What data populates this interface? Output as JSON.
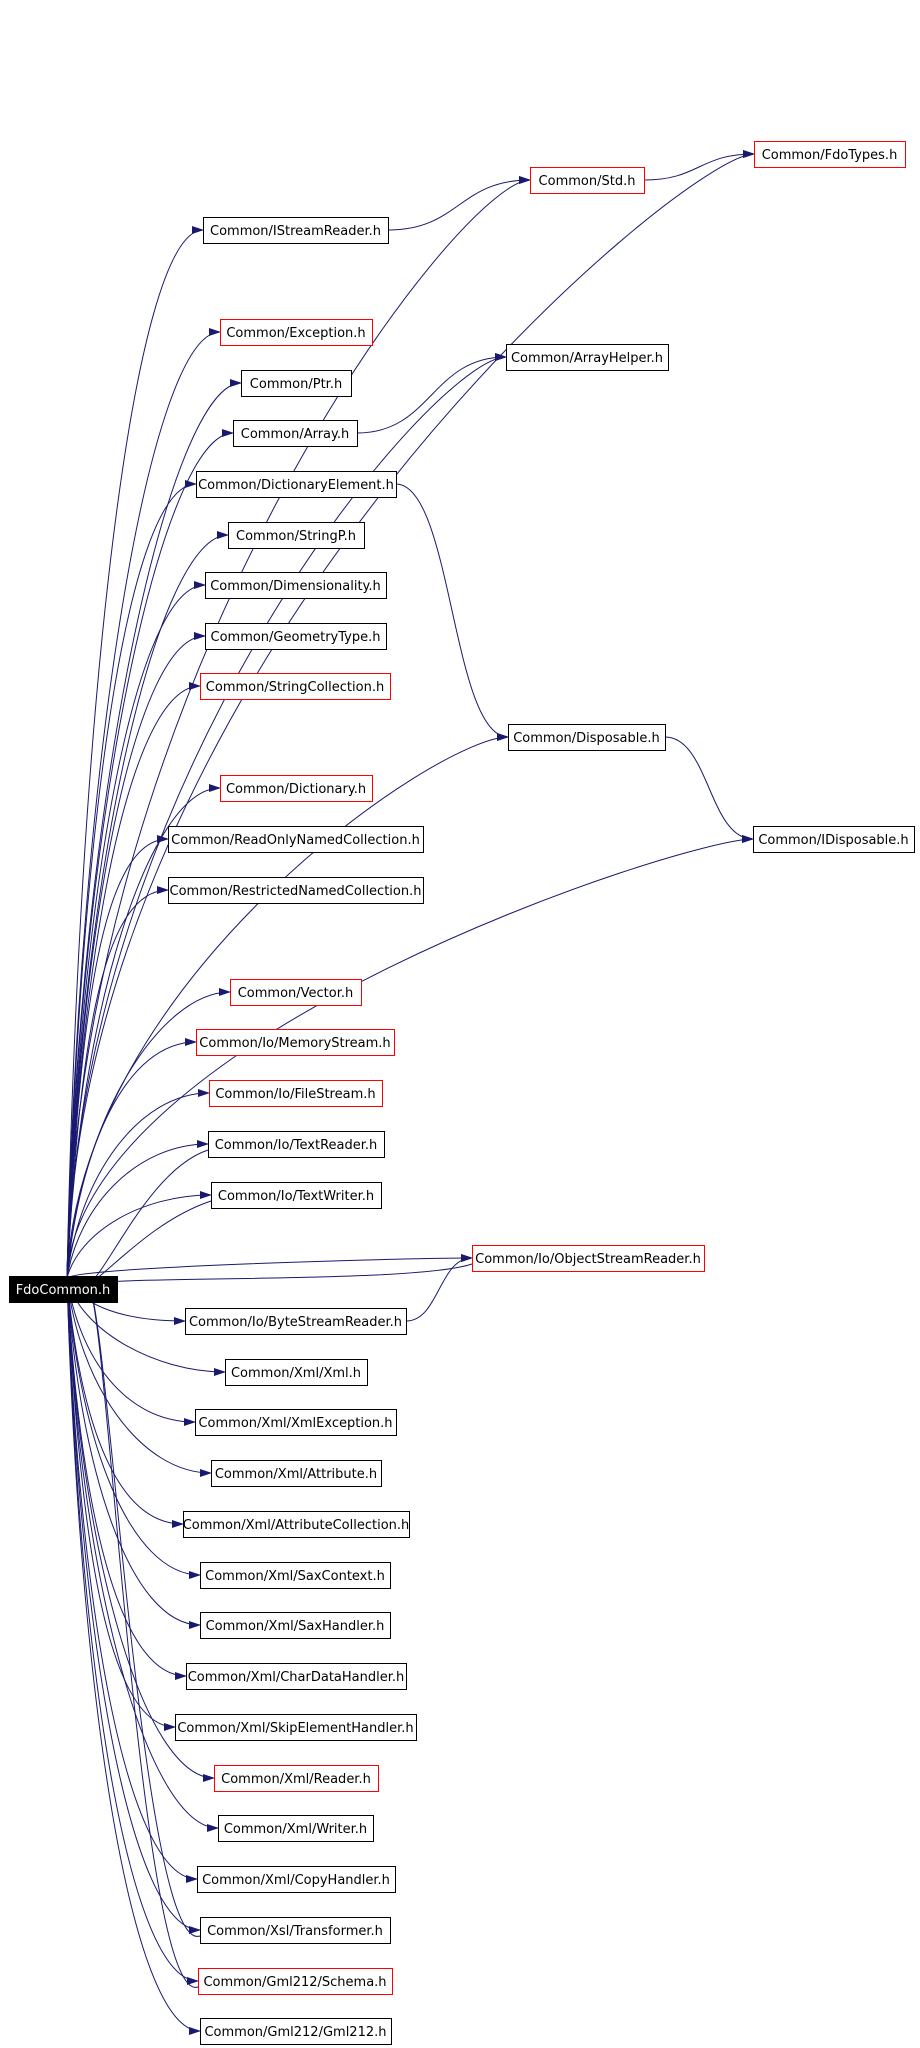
{
  "colors": {
    "edge": "#191970",
    "border_normal": "#000000",
    "border_truncated": "#ff0000",
    "root_fill": "#000000",
    "root_text": "#ffffff"
  },
  "root": {
    "id": "root",
    "label": "FdoCommon.h"
  },
  "nodes": [
    {
      "id": "fdotypes",
      "label": "Common/FdoTypes.h",
      "truncated": true
    },
    {
      "id": "std",
      "label": "Common/Std.h",
      "truncated": true
    },
    {
      "id": "istreamreader",
      "label": "Common/IStreamReader.h",
      "truncated": false
    },
    {
      "id": "exception",
      "label": "Common/Exception.h",
      "truncated": true
    },
    {
      "id": "arrayhelper",
      "label": "Common/ArrayHelper.h",
      "truncated": false
    },
    {
      "id": "ptr",
      "label": "Common/Ptr.h",
      "truncated": false
    },
    {
      "id": "array",
      "label": "Common/Array.h",
      "truncated": false
    },
    {
      "id": "dictelement",
      "label": "Common/DictionaryElement.h",
      "truncated": false
    },
    {
      "id": "stringp",
      "label": "Common/StringP.h",
      "truncated": false
    },
    {
      "id": "dimensionality",
      "label": "Common/Dimensionality.h",
      "truncated": false
    },
    {
      "id": "geometrytype",
      "label": "Common/GeometryType.h",
      "truncated": false
    },
    {
      "id": "stringcollection",
      "label": "Common/StringCollection.h",
      "truncated": true
    },
    {
      "id": "disposable",
      "label": "Common/Disposable.h",
      "truncated": false
    },
    {
      "id": "dictionary",
      "label": "Common/Dictionary.h",
      "truncated": true
    },
    {
      "id": "idisposable",
      "label": "Common/IDisposable.h",
      "truncated": false
    },
    {
      "id": "readonlynamed",
      "label": "Common/ReadOnlyNamedCollection.h",
      "truncated": false
    },
    {
      "id": "restrictednamed",
      "label": "Common/RestrictedNamedCollection.h",
      "truncated": false
    },
    {
      "id": "vector",
      "label": "Common/Vector.h",
      "truncated": true
    },
    {
      "id": "memorystream",
      "label": "Common/Io/MemoryStream.h",
      "truncated": true
    },
    {
      "id": "filestream",
      "label": "Common/Io/FileStream.h",
      "truncated": true
    },
    {
      "id": "textreader",
      "label": "Common/Io/TextReader.h",
      "truncated": false
    },
    {
      "id": "textwriter",
      "label": "Common/Io/TextWriter.h",
      "truncated": false
    },
    {
      "id": "objectstreamreader",
      "label": "Common/Io/ObjectStreamReader.h",
      "truncated": true
    },
    {
      "id": "bytestreamreader",
      "label": "Common/Io/ByteStreamReader.h",
      "truncated": false
    },
    {
      "id": "xml",
      "label": "Common/Xml/Xml.h",
      "truncated": false
    },
    {
      "id": "xmlexception",
      "label": "Common/Xml/XmlException.h",
      "truncated": false
    },
    {
      "id": "attribute",
      "label": "Common/Xml/Attribute.h",
      "truncated": false
    },
    {
      "id": "attributecollection",
      "label": "Common/Xml/AttributeCollection.h",
      "truncated": false
    },
    {
      "id": "saxcontext",
      "label": "Common/Xml/SaxContext.h",
      "truncated": false
    },
    {
      "id": "saxhandler",
      "label": "Common/Xml/SaxHandler.h",
      "truncated": false
    },
    {
      "id": "chardatahandler",
      "label": "Common/Xml/CharDataHandler.h",
      "truncated": false
    },
    {
      "id": "skipelementhandler",
      "label": "Common/Xml/SkipElementHandler.h",
      "truncated": false
    },
    {
      "id": "reader",
      "label": "Common/Xml/Reader.h",
      "truncated": true
    },
    {
      "id": "writer",
      "label": "Common/Xml/Writer.h",
      "truncated": false
    },
    {
      "id": "copyhandler",
      "label": "Common/Xml/CopyHandler.h",
      "truncated": false
    },
    {
      "id": "transformer",
      "label": "Common/Xsl/Transformer.h",
      "truncated": false
    },
    {
      "id": "schema",
      "label": "Common/Gml212/Schema.h",
      "truncated": true
    },
    {
      "id": "gml212",
      "label": "Common/Gml212/Gml212.h",
      "truncated": false
    }
  ],
  "edges": [
    [
      "root",
      "fdotypes"
    ],
    [
      "root",
      "std"
    ],
    [
      "root",
      "istreamreader"
    ],
    [
      "root",
      "exception"
    ],
    [
      "root",
      "arrayhelper"
    ],
    [
      "root",
      "ptr"
    ],
    [
      "root",
      "array"
    ],
    [
      "root",
      "dictelement"
    ],
    [
      "root",
      "stringp"
    ],
    [
      "root",
      "dimensionality"
    ],
    [
      "root",
      "geometrytype"
    ],
    [
      "root",
      "stringcollection"
    ],
    [
      "root",
      "disposable"
    ],
    [
      "root",
      "dictionary"
    ],
    [
      "root",
      "readonlynamed"
    ],
    [
      "root",
      "restrictednamed"
    ],
    [
      "root",
      "idisposable"
    ],
    [
      "root",
      "vector"
    ],
    [
      "root",
      "memorystream"
    ],
    [
      "root",
      "filestream"
    ],
    [
      "root",
      "textreader"
    ],
    [
      "root",
      "textwriter"
    ],
    [
      "root",
      "objectstreamreader"
    ],
    [
      "root",
      "bytestreamreader"
    ],
    [
      "root",
      "xml"
    ],
    [
      "root",
      "xmlexception"
    ],
    [
      "root",
      "attribute"
    ],
    [
      "root",
      "attributecollection"
    ],
    [
      "root",
      "saxcontext"
    ],
    [
      "root",
      "saxhandler"
    ],
    [
      "root",
      "chardatahandler"
    ],
    [
      "root",
      "skipelementhandler"
    ],
    [
      "root",
      "reader"
    ],
    [
      "root",
      "writer"
    ],
    [
      "root",
      "copyhandler"
    ],
    [
      "root",
      "transformer"
    ],
    [
      "root",
      "schema"
    ],
    [
      "root",
      "gml212"
    ],
    [
      "std",
      "fdotypes"
    ],
    [
      "istreamreader",
      "std"
    ],
    [
      "array",
      "arrayhelper"
    ],
    [
      "dictelement",
      "disposable"
    ],
    [
      "disposable",
      "idisposable"
    ],
    [
      "objectstreamreader",
      "root"
    ],
    [
      "bytestreamreader",
      "objectstreamreader"
    ],
    [
      "textreader",
      "root"
    ],
    [
      "textwriter",
      "root"
    ],
    [
      "schema",
      "root"
    ],
    [
      "transformer",
      "root"
    ]
  ]
}
